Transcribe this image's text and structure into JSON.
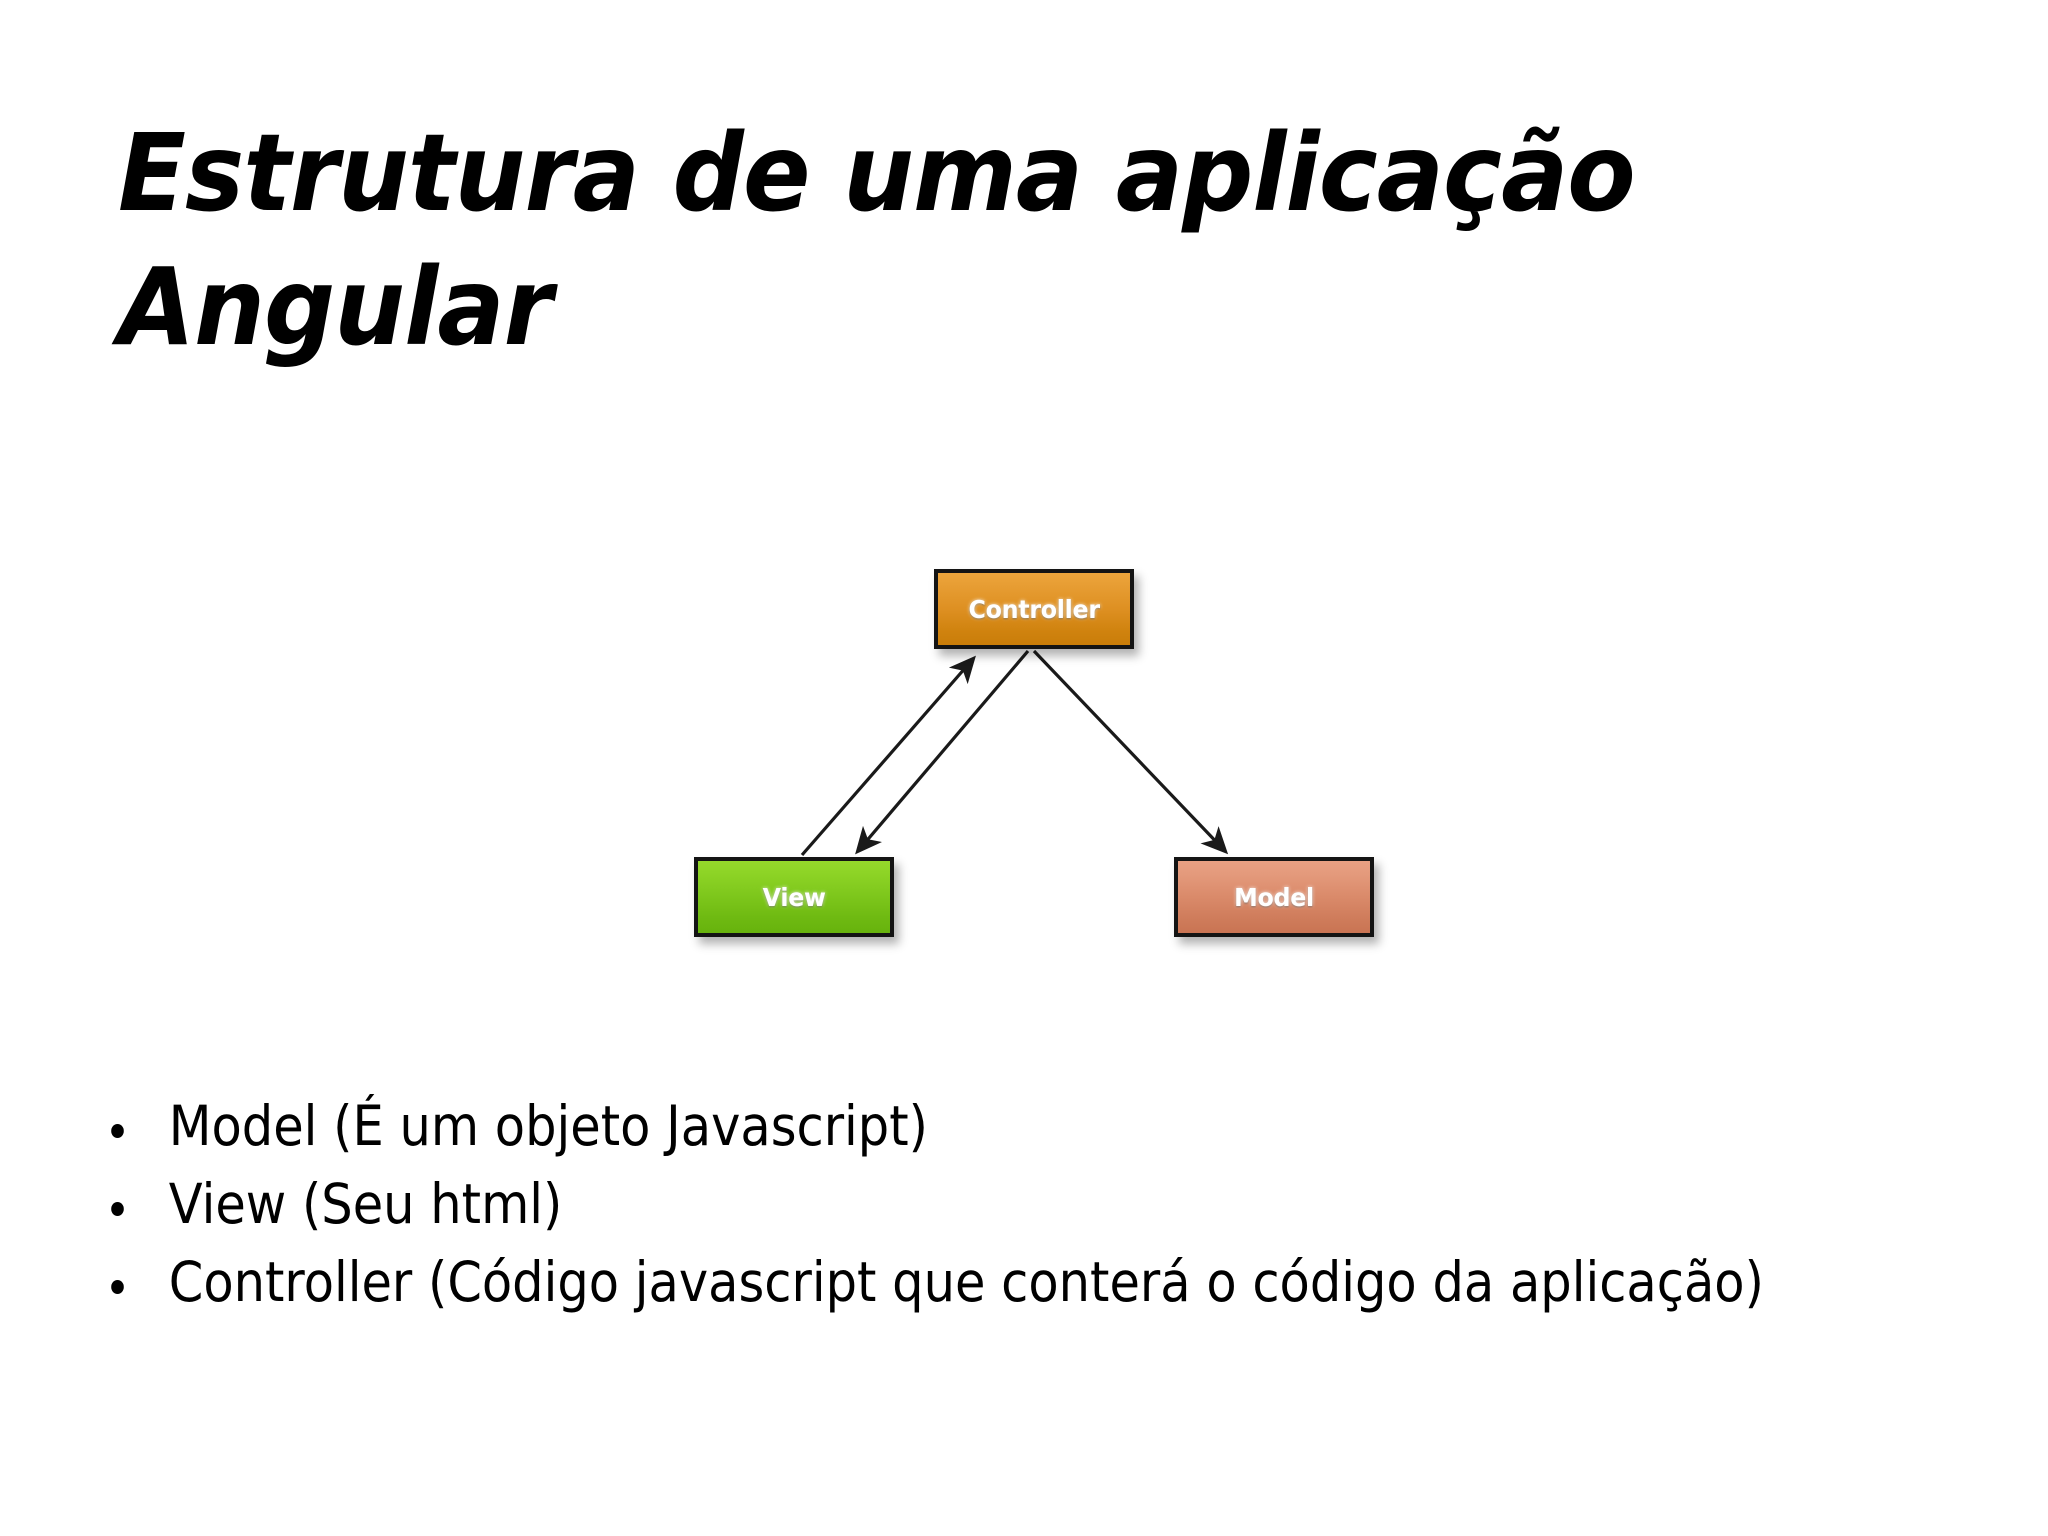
{
  "slide": {
    "background_color": "#ffffff",
    "title": {
      "line1": "Estrutura de uma aplicação",
      "line2": "Angular"
    },
    "diagram": {
      "name": "mvc-diagram",
      "nodes": [
        {
          "id": "controller",
          "label": "Controller",
          "color": "#dd8f21",
          "text_color": "#ffffff"
        },
        {
          "id": "view",
          "label": "View",
          "color": "#7ec71c",
          "text_color": "#ffffff"
        },
        {
          "id": "model",
          "label": "Model",
          "color": "#da8a6a",
          "text_color": "#ffffff"
        }
      ],
      "edges": [
        {
          "from": "view",
          "to": "controller",
          "style": "arrow"
        },
        {
          "from": "controller",
          "to": "view",
          "style": "arrow"
        },
        {
          "from": "controller",
          "to": "model",
          "style": "arrow"
        }
      ],
      "line_color": "#1a1a1a"
    },
    "bullets": [
      "Model (É um objeto Javascript)",
      "View (Seu html)",
      "Controller (Código javascript que conterá o código da aplicação)"
    ]
  }
}
